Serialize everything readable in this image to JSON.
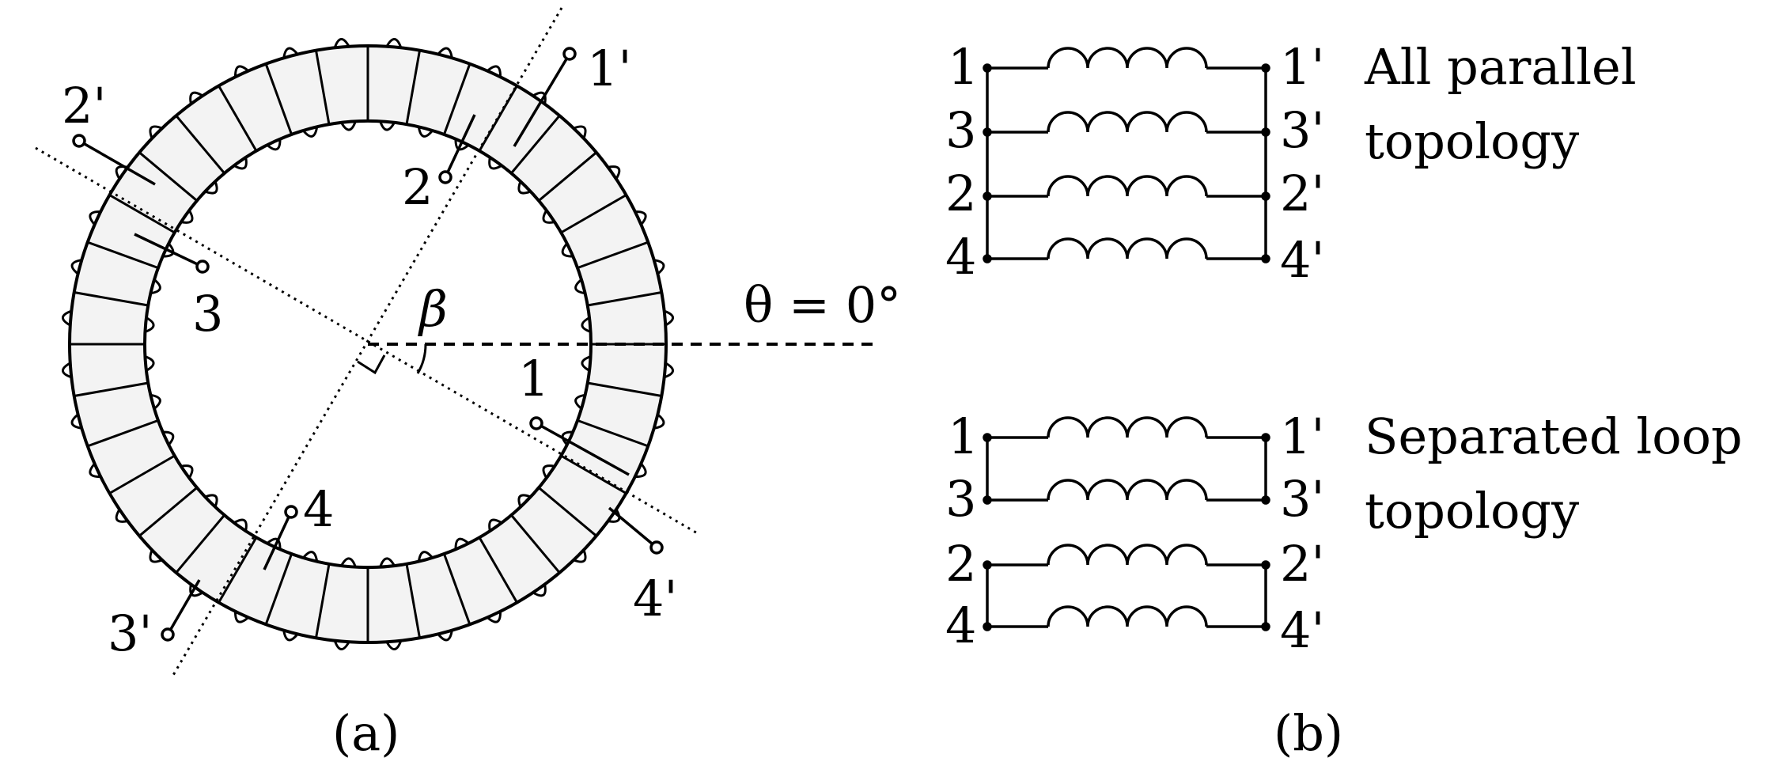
{
  "panel_a": {
    "caption": "(a)",
    "terminals": [
      {
        "id": "t1",
        "label": "1"
      },
      {
        "id": "t1p",
        "label": "1'"
      },
      {
        "id": "t2",
        "label": "2"
      },
      {
        "id": "t2p",
        "label": "2'"
      },
      {
        "id": "t3",
        "label": "3"
      },
      {
        "id": "t3p",
        "label": "3'"
      },
      {
        "id": "t4",
        "label": "4"
      },
      {
        "id": "t4p",
        "label": "4'"
      }
    ],
    "angle_label": "β",
    "reference_label": "θ = 0°"
  },
  "panel_b": {
    "caption": "(b)",
    "parallel": {
      "title_line1": "All parallel",
      "title_line2": "topology",
      "rows": [
        {
          "left": "1",
          "right": "1'"
        },
        {
          "left": "3",
          "right": "3'"
        },
        {
          "left": "2",
          "right": "2'"
        },
        {
          "left": "4",
          "right": "4'"
        }
      ]
    },
    "separated": {
      "title_line1": "Separated loop",
      "title_line2": "topology",
      "rows": [
        {
          "left": "1",
          "right": "1'"
        },
        {
          "left": "3",
          "right": "3'"
        },
        {
          "left": "2",
          "right": "2'"
        },
        {
          "left": "4",
          "right": "4'"
        }
      ]
    }
  },
  "colors": {
    "core_fill": "#f3f3f3",
    "stroke": "#000000"
  }
}
